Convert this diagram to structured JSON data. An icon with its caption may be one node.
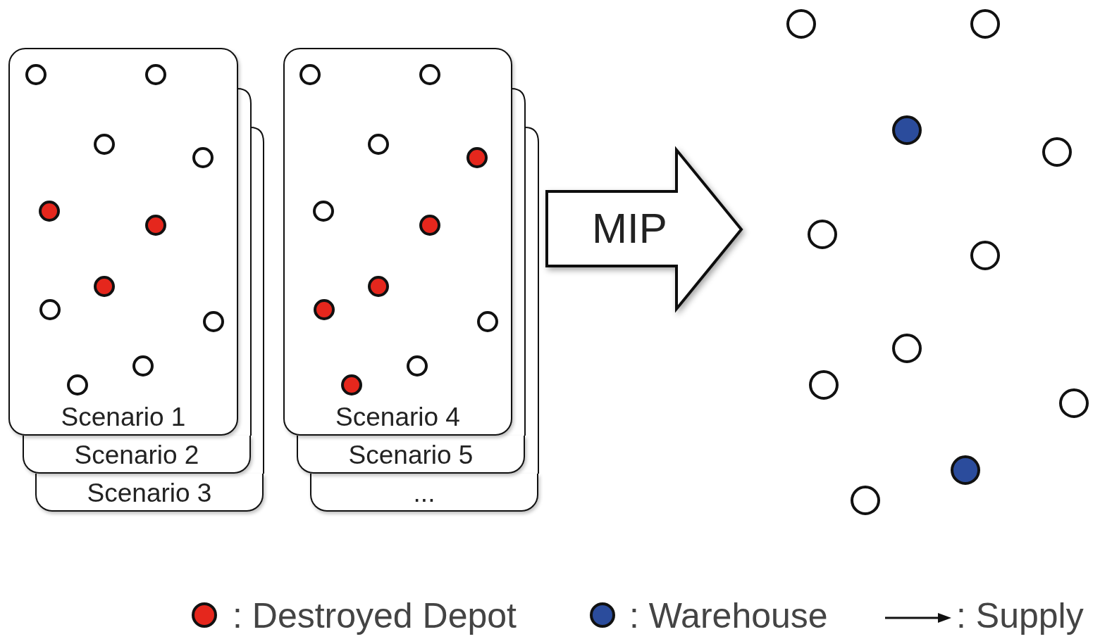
{
  "diagram": {
    "nodes": [
      {
        "text": [
          "Scenario 1"
        ]
      },
      {
        "text": [
          "Scenario 2"
        ]
      },
      {
        "text": [
          "Scenario 3"
        ]
      },
      {
        "text": [
          "Scenario 4"
        ]
      },
      {
        "text": [
          "Scenario 5"
        ]
      },
      {
        "text": [
          "..."
        ]
      },
      {
        "text": [
          "MIP"
        ]
      }
    ],
    "edges": [],
    "legend": [
      {
        "text": ": Destroyed Depot",
        "color": "#e5271d"
      },
      {
        "text": ": Warehouse",
        "color": "#2b4c9c"
      },
      {
        "text": ": Supply"
      }
    ]
  }
}
